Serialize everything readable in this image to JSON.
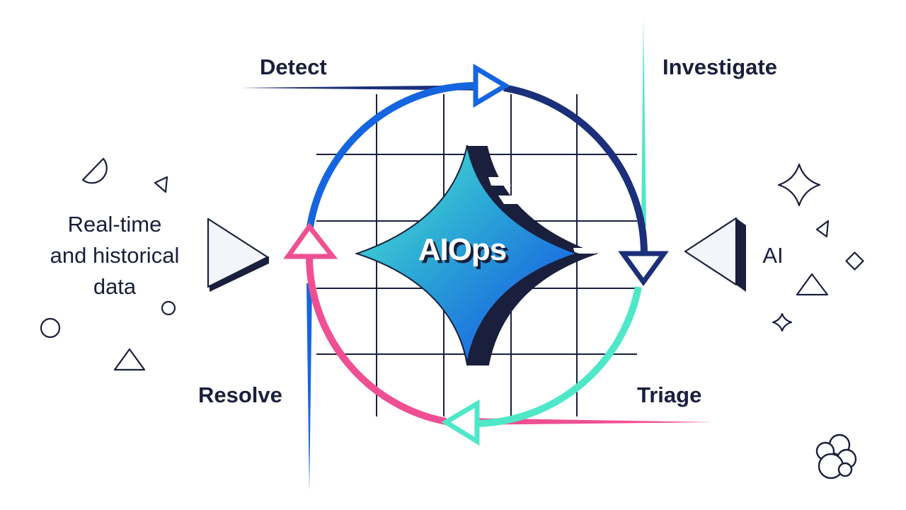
{
  "center": {
    "title": "AIOps"
  },
  "stages": {
    "detect": "Detect",
    "investigate": "Investigate",
    "triage": "Triage",
    "resolve": "Resolve"
  },
  "inputs": {
    "left": [
      "Real-time",
      "and historical",
      "data"
    ],
    "right": "AI"
  },
  "colors": {
    "navy": "#1a1f3d",
    "detect_blue": "#1565e0",
    "investigate_navy": "#1b2f7a",
    "triage_teal": "#4ee8c9",
    "resolve_pink": "#ef4f93",
    "light_fill": "#f4f5fa"
  },
  "icons": [
    "logo-icon"
  ]
}
